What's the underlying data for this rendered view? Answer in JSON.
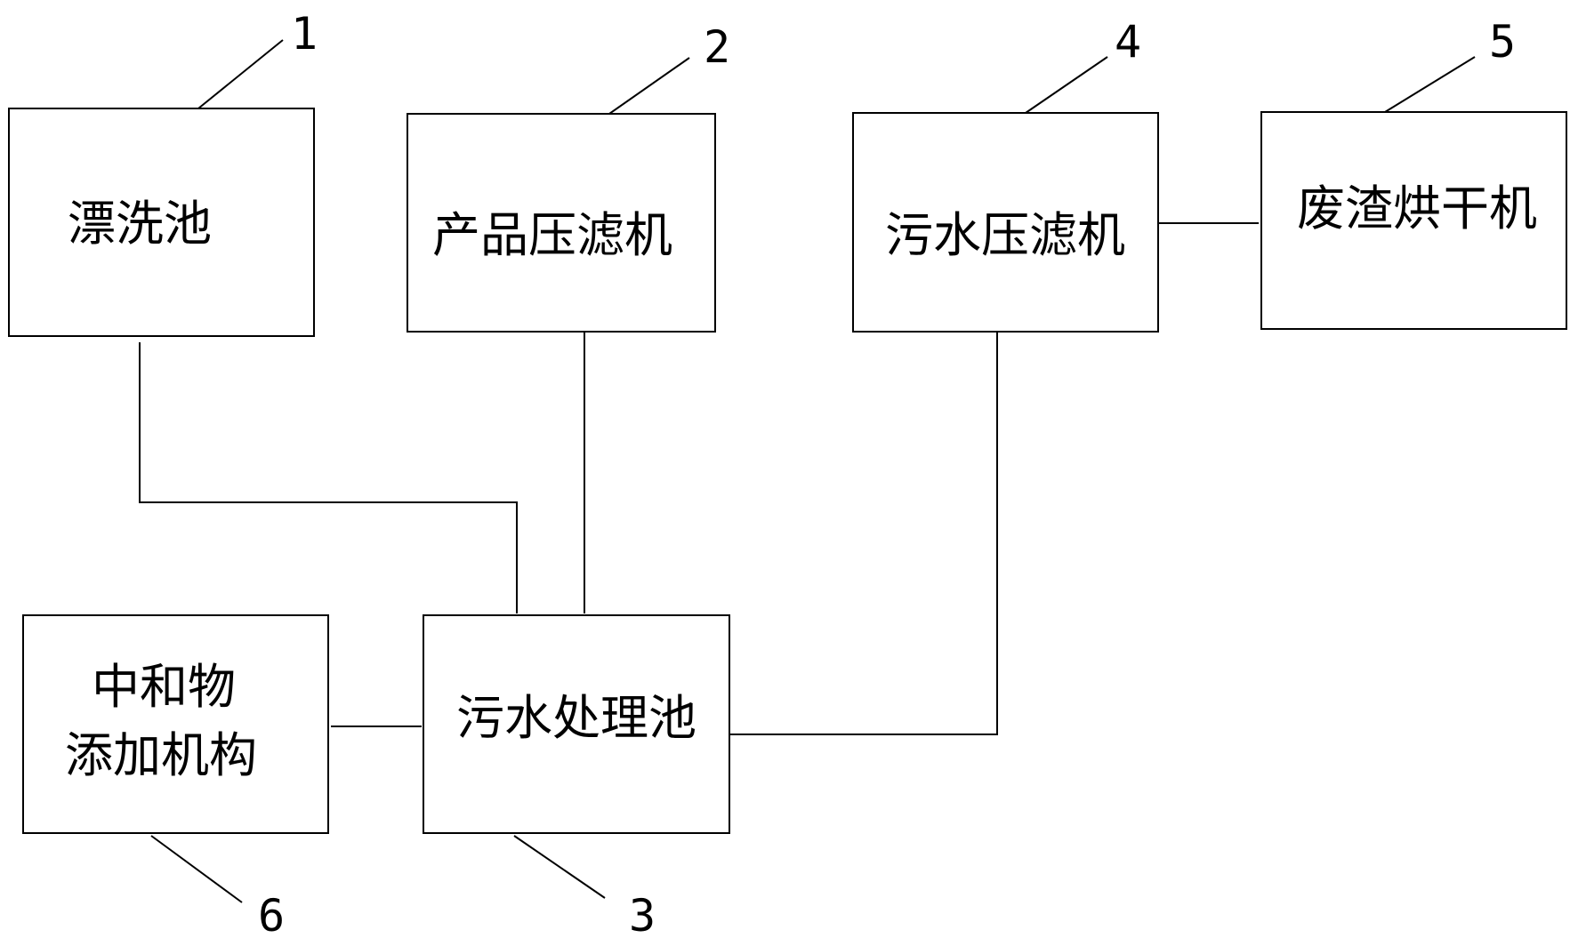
{
  "nodes": {
    "rinse_tank": {
      "number": "1",
      "label": "漂洗池"
    },
    "product_filter_press": {
      "number": "2",
      "label": "产品压滤机"
    },
    "sewage_tank": {
      "number": "3",
      "label": "污水处理池"
    },
    "sewage_filter_press": {
      "number": "4",
      "label": "污水压滤机"
    },
    "waste_dryer": {
      "number": "5",
      "label": "废渣烘干机"
    },
    "neutralizer": {
      "number": "6",
      "label_line1": "中和物",
      "label_line2": "添加机构"
    }
  }
}
